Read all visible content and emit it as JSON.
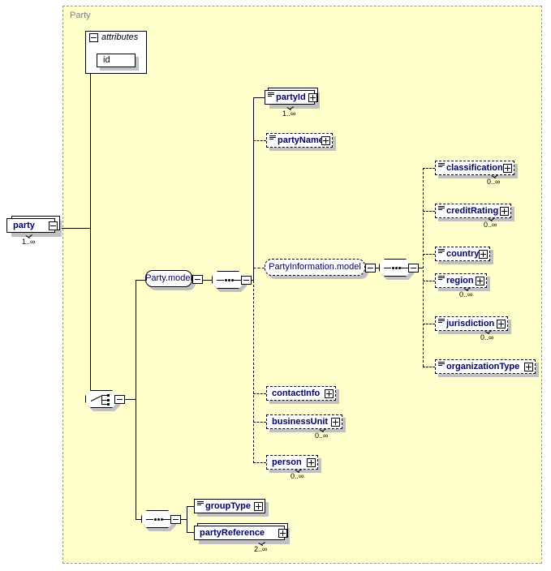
{
  "diagram": {
    "type": "xml-schema-tree",
    "group_label": "Party",
    "root": {
      "name": "party",
      "occurrence": "1..∞",
      "toggle": "minus"
    },
    "attributes_block": {
      "header": "attributes",
      "toggle": "minus",
      "rows": [
        {
          "name": "id"
        }
      ]
    },
    "connectors": {
      "choice_label": "choice",
      "sequence_label": "sequence"
    },
    "models": [
      {
        "name": "Party.model",
        "optional": false
      },
      {
        "name": "PartyInformation.model",
        "optional": true
      }
    ],
    "elements": [
      {
        "name": "partyId",
        "occurrence": "1..∞",
        "required": true,
        "repeating": true,
        "seq_icon": true,
        "toggle": "plus"
      },
      {
        "name": "partyName",
        "occurrence": "",
        "required": false,
        "repeating": false,
        "seq_icon": true,
        "toggle": "plus"
      },
      {
        "name": "classification",
        "occurrence": "0..∞",
        "required": false,
        "repeating": true,
        "seq_icon": true,
        "toggle": "plus"
      },
      {
        "name": "creditRating",
        "occurrence": "0..∞",
        "required": false,
        "repeating": true,
        "seq_icon": true,
        "toggle": "plus"
      },
      {
        "name": "country",
        "occurrence": "",
        "required": false,
        "repeating": false,
        "seq_icon": true,
        "toggle": "plus"
      },
      {
        "name": "region",
        "occurrence": "0..∞",
        "required": false,
        "repeating": true,
        "seq_icon": true,
        "toggle": "plus"
      },
      {
        "name": "jurisdiction",
        "occurrence": "0..∞",
        "required": false,
        "repeating": true,
        "seq_icon": true,
        "toggle": "plus"
      },
      {
        "name": "organizationType",
        "occurrence": "",
        "required": false,
        "repeating": false,
        "seq_icon": true,
        "toggle": "plus"
      },
      {
        "name": "contactInfo",
        "occurrence": "",
        "required": false,
        "repeating": false,
        "seq_icon": false,
        "toggle": "plus"
      },
      {
        "name": "businessUnit",
        "occurrence": "0..∞",
        "required": false,
        "repeating": true,
        "seq_icon": false,
        "toggle": "plus"
      },
      {
        "name": "person",
        "occurrence": "0..∞",
        "required": false,
        "repeating": true,
        "seq_icon": false,
        "toggle": "plus"
      },
      {
        "name": "groupType",
        "occurrence": "",
        "required": true,
        "repeating": false,
        "seq_icon": true,
        "toggle": "plus"
      },
      {
        "name": "partyReference",
        "occurrence": "2..∞",
        "required": true,
        "repeating": true,
        "seq_icon": false,
        "toggle": "plus"
      }
    ],
    "colors": {
      "group_fill": "#ffffcc",
      "group_border": "#999999",
      "label_text": "#000066",
      "group_label_text": "#808080",
      "shadow": "#c0c0c0"
    }
  }
}
